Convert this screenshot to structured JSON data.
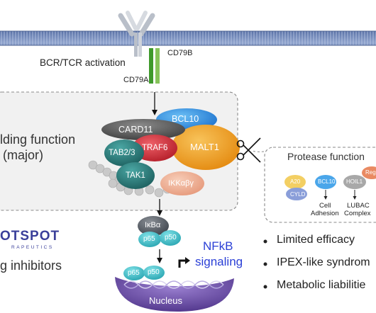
{
  "receptor": {
    "activation_label": "BCR/TCR activation",
    "cd79a_label": "CD79A",
    "cd79b_label": "CD79B"
  },
  "scaffold": {
    "heading_line1": "lding function",
    "heading_line2": "(major)"
  },
  "proteins": {
    "card11": "CARD11",
    "bcl10": "BCL10",
    "malt1": "MALT1",
    "tab23": "TAB2/3",
    "traf6": "TRAF6",
    "tak1": "TAK1",
    "ikk": "IKKαβγ",
    "ikba": "IκBα",
    "p65": "p65",
    "p50": "p50",
    "nucleus": "Nucleus"
  },
  "protease": {
    "title": "Protease function",
    "substrates": [
      "A20",
      "CYLD",
      "BCL10",
      "HOIL1",
      "Reg"
    ],
    "cell_adhesion_line1": "Cell",
    "cell_adhesion_line2": "Adhesion",
    "lubac_line1": "LUBAC",
    "lubac_line2": "Complex"
  },
  "company": {
    "logo_text": "OTSPOT",
    "logo_subtext": "RAPEUTICS",
    "inhibitors": "g inhibitors"
  },
  "nfkb": {
    "line1": "NFkB",
    "line2": "signaling"
  },
  "bullets": [
    "Limited efficacy",
    "IPEX-like syndrom",
    "Metabolic liabilitie"
  ],
  "colors": {
    "membrane": "#6f86b8",
    "nfkb_text": "#2a3fd6",
    "malt1": "#f0a21e",
    "bcl10": "#2f8fe0",
    "teal": "#257a78",
    "traf6": "#d3303a",
    "cd79": "#56a83a",
    "nucleus": "#6a4ca0"
  }
}
